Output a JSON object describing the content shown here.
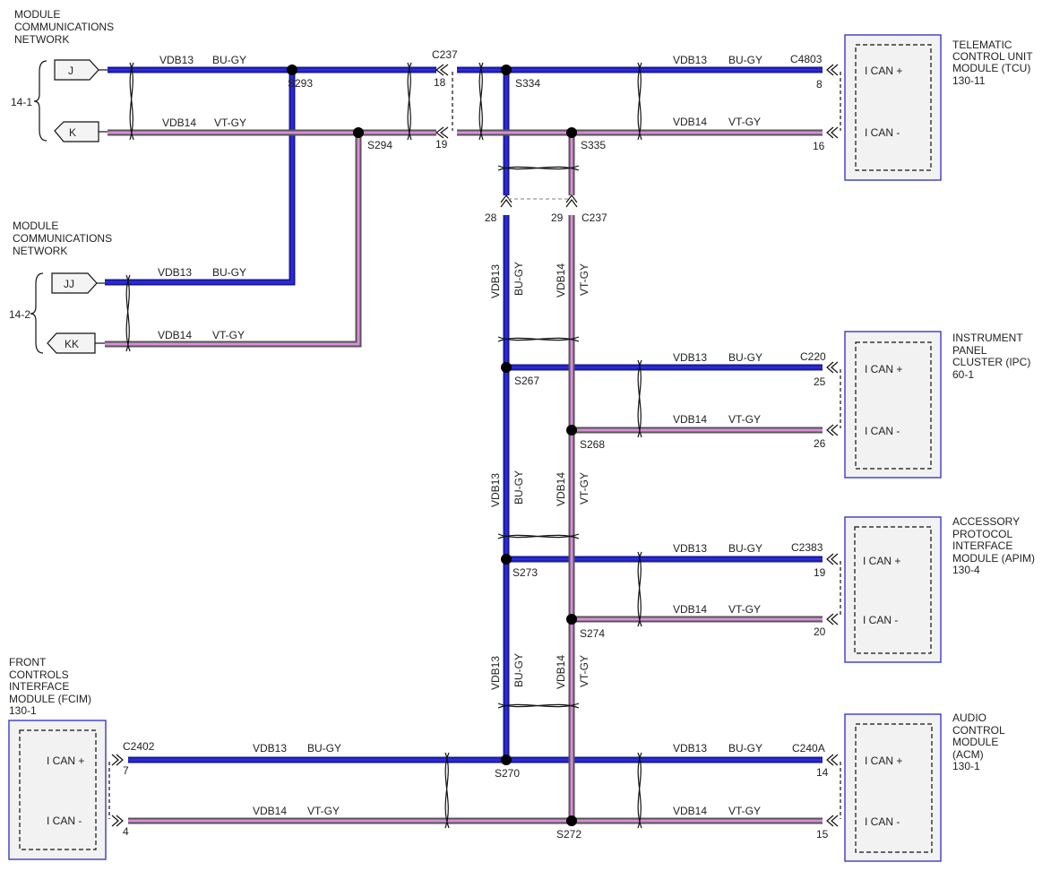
{
  "network_top": {
    "title_line1": "MODULE",
    "title_line2": "COMMUNICATIONS",
    "title_line3": "NETWORK",
    "ref": "14-1",
    "pin_hi": "J",
    "pin_lo": "K"
  },
  "network_bottom": {
    "title_line1": "MODULE",
    "title_line2": "COMMUNICATIONS",
    "title_line3": "NETWORK",
    "ref": "14-2",
    "pin_hi": "JJ",
    "pin_lo": "KK"
  },
  "circuits": {
    "hi_circuit": "VDB13",
    "hi_color": "BU-GY",
    "lo_circuit": "VDB14",
    "lo_color": "VT-GY"
  },
  "splices": {
    "s293": "S293",
    "s294": "S294",
    "s334": "S334",
    "s335": "S335",
    "s267": "S267",
    "s268": "S268",
    "s273": "S273",
    "s274": "S274",
    "s270": "S270",
    "s272": "S272"
  },
  "connector_c237": {
    "name_top": "C237",
    "pin_18": "18",
    "pin_19": "19",
    "pin_28": "28",
    "pin_29": "29",
    "name_bottom": "C237"
  },
  "tcu": {
    "line1": "TELEMATIC",
    "line2": "CONTROL UNIT",
    "line3": "MODULE (TCU)",
    "ref": "130-11",
    "connector": "C4803",
    "pin_hi": "8",
    "pin_lo": "16",
    "label_hi": "I CAN +",
    "label_lo": "I CAN -"
  },
  "ipc": {
    "line1": "INSTRUMENT",
    "line2": "PANEL",
    "line3": "CLUSTER (IPC)",
    "ref": "60-1",
    "connector": "C220",
    "pin_hi": "25",
    "pin_lo": "26",
    "label_hi": "I CAN +",
    "label_lo": "I CAN -"
  },
  "apim": {
    "line1": "ACCESSORY",
    "line2": "PROTOCOL",
    "line3": "INTERFACE",
    "line4": "MODULE (APIM)",
    "ref": "130-4",
    "connector": "C2383",
    "pin_hi": "19",
    "pin_lo": "20",
    "label_hi": "I CAN +",
    "label_lo": "I CAN -"
  },
  "acm": {
    "line1": "AUDIO",
    "line2": "CONTROL",
    "line3": "MODULE",
    "line4": "(ACM)",
    "ref": "130-1",
    "connector": "C240A",
    "pin_hi": "14",
    "pin_lo": "15",
    "label_hi": "I CAN +",
    "label_lo": "I CAN -"
  },
  "fcim": {
    "line1": "FRONT",
    "line2": "CONTROLS",
    "line3": "INTERFACE",
    "line4": "MODULE (FCIM)",
    "ref": "130-1",
    "connector": "C2402",
    "pin_hi": "7",
    "pin_lo": "4",
    "label_hi": "I CAN +",
    "label_lo": "I CAN -"
  },
  "colors": {
    "hi_wire": "#2a2ae6",
    "lo_wire": "#d98cd9",
    "module_border": "#3a3ac8"
  }
}
